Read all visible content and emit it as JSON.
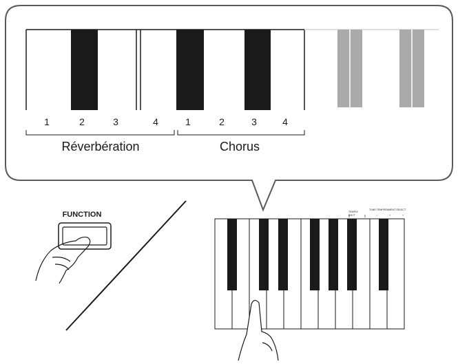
{
  "callout": {
    "keys": [
      {
        "number": "1"
      },
      {
        "number": "2"
      },
      {
        "number": "3"
      },
      {
        "number": "4"
      },
      {
        "number": "1"
      },
      {
        "number": "2"
      },
      {
        "number": "3"
      },
      {
        "number": "4"
      }
    ],
    "groups": [
      {
        "label": "Réverbération"
      },
      {
        "label": "Chorus"
      }
    ]
  },
  "function_button": {
    "label": "FUNCTION"
  },
  "keyboard_panel": {
    "left_label_line1": "TEMPO/",
    "left_label_line2": "RHYT",
    "right_label": "TUNE TEMPERAMENT SELECT",
    "markers": [
      "–",
      "+",
      "+"
    ]
  },
  "colors": {
    "outline": "#1a1a1a",
    "bubble_stroke": "#5a5a5a",
    "faded_key": "#aaaaaa",
    "faded_outline": "#cccccc"
  }
}
